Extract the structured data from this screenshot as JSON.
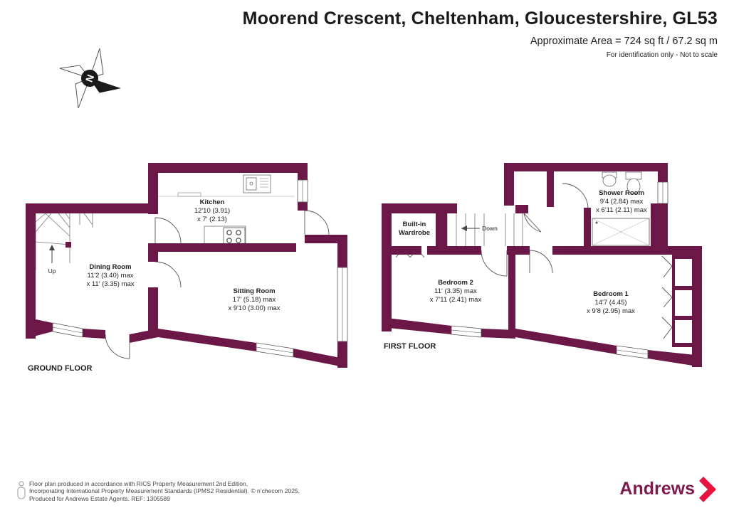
{
  "header": {
    "title": "Moorend Crescent, Cheltenham, Gloucestershire, GL53",
    "area": "Approximate Area = 724 sq ft / 67.2 sq m",
    "note": "For identification only - Not to scale"
  },
  "compass": {
    "letter": "N"
  },
  "ground_floor": {
    "label": "GROUND FLOOR",
    "stair_label": "Up",
    "rooms": {
      "kitchen": {
        "name": "Kitchen",
        "dim1": "12'10 (3.91)",
        "dim2": "x 7' (2.13)"
      },
      "dining": {
        "name": "Dining Room",
        "dim1": "11'2 (3.40) max",
        "dim2": "x 11' (3.35) max"
      },
      "sitting": {
        "name": "Sitting Room",
        "dim1": "17' (5.18) max",
        "dim2": "x 9'10 (3.00) max"
      }
    }
  },
  "first_floor": {
    "label": "FIRST FLOOR",
    "stair_label": "Down",
    "rooms": {
      "wardrobe": {
        "name1": "Built-in",
        "name2": "Wardrobe"
      },
      "bed2": {
        "name": "Bedroom 2",
        "dim1": "11' (3.35) max",
        "dim2": "x 7'11 (2.41) max"
      },
      "bed1": {
        "name": "Bedroom 1",
        "dim1": "14'7 (4.45)",
        "dim2": "x 9'8 (2.95) max"
      },
      "shower": {
        "name": "Shower Room",
        "dim1": "9'4 (2.84) max",
        "dim2": "x 6'11 (2.11) max"
      }
    }
  },
  "footer": {
    "line1": "Floor plan produced in accordance with RICS Property Measurement 2nd Edition,",
    "line2": "Incorporating International Property Measurement Standards (IPMS2 Residential).",
    "copyright": "© n’checom 2025.",
    "line3": "Produced for Andrews Estate Agents.",
    "ref": "REF: 1305589"
  },
  "brand": {
    "name": "Andrews"
  },
  "colors": {
    "wall": "#6b1747",
    "accent": "#e5133d",
    "text": "#222222"
  }
}
